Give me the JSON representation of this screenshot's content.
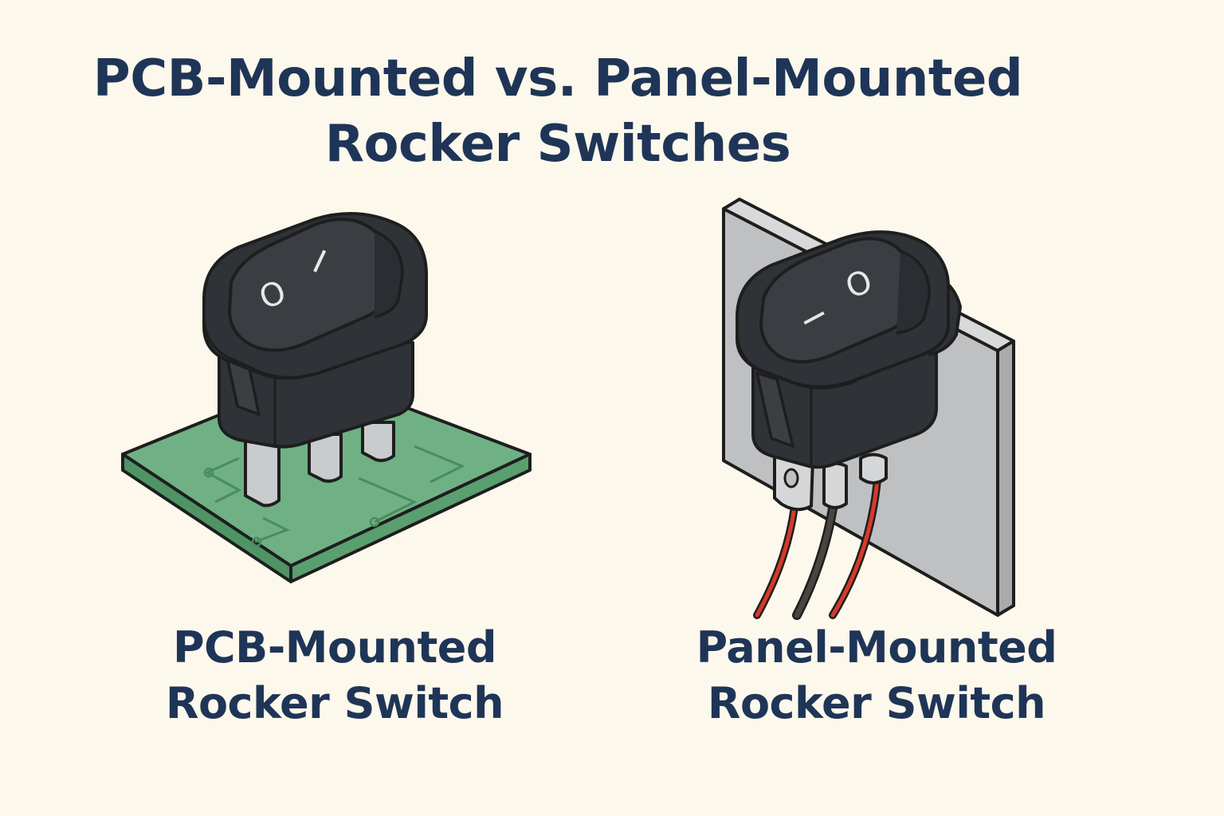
{
  "title": {
    "line1": "PCB-Mounted vs. Panel-Mounted",
    "line2": "Rocker Switches"
  },
  "pcb": {
    "caption_line1": "PCB-Mounted",
    "caption_line2": "Rocker Switch",
    "symbol_on": "I",
    "symbol_off": "O"
  },
  "panel": {
    "caption_line1": "Panel-Mounted",
    "caption_line2": "Rocker Switch",
    "symbol_on": "I",
    "symbol_off": "O"
  },
  "colors": {
    "background": "#fdf8ec",
    "text": "#1f3557",
    "switch_body": "#2f3236",
    "pcb_green": "#6fb184",
    "panel_gray": "#bfc0c2",
    "wire_red": "#d63a2a",
    "wire_black": "#4a4541"
  }
}
